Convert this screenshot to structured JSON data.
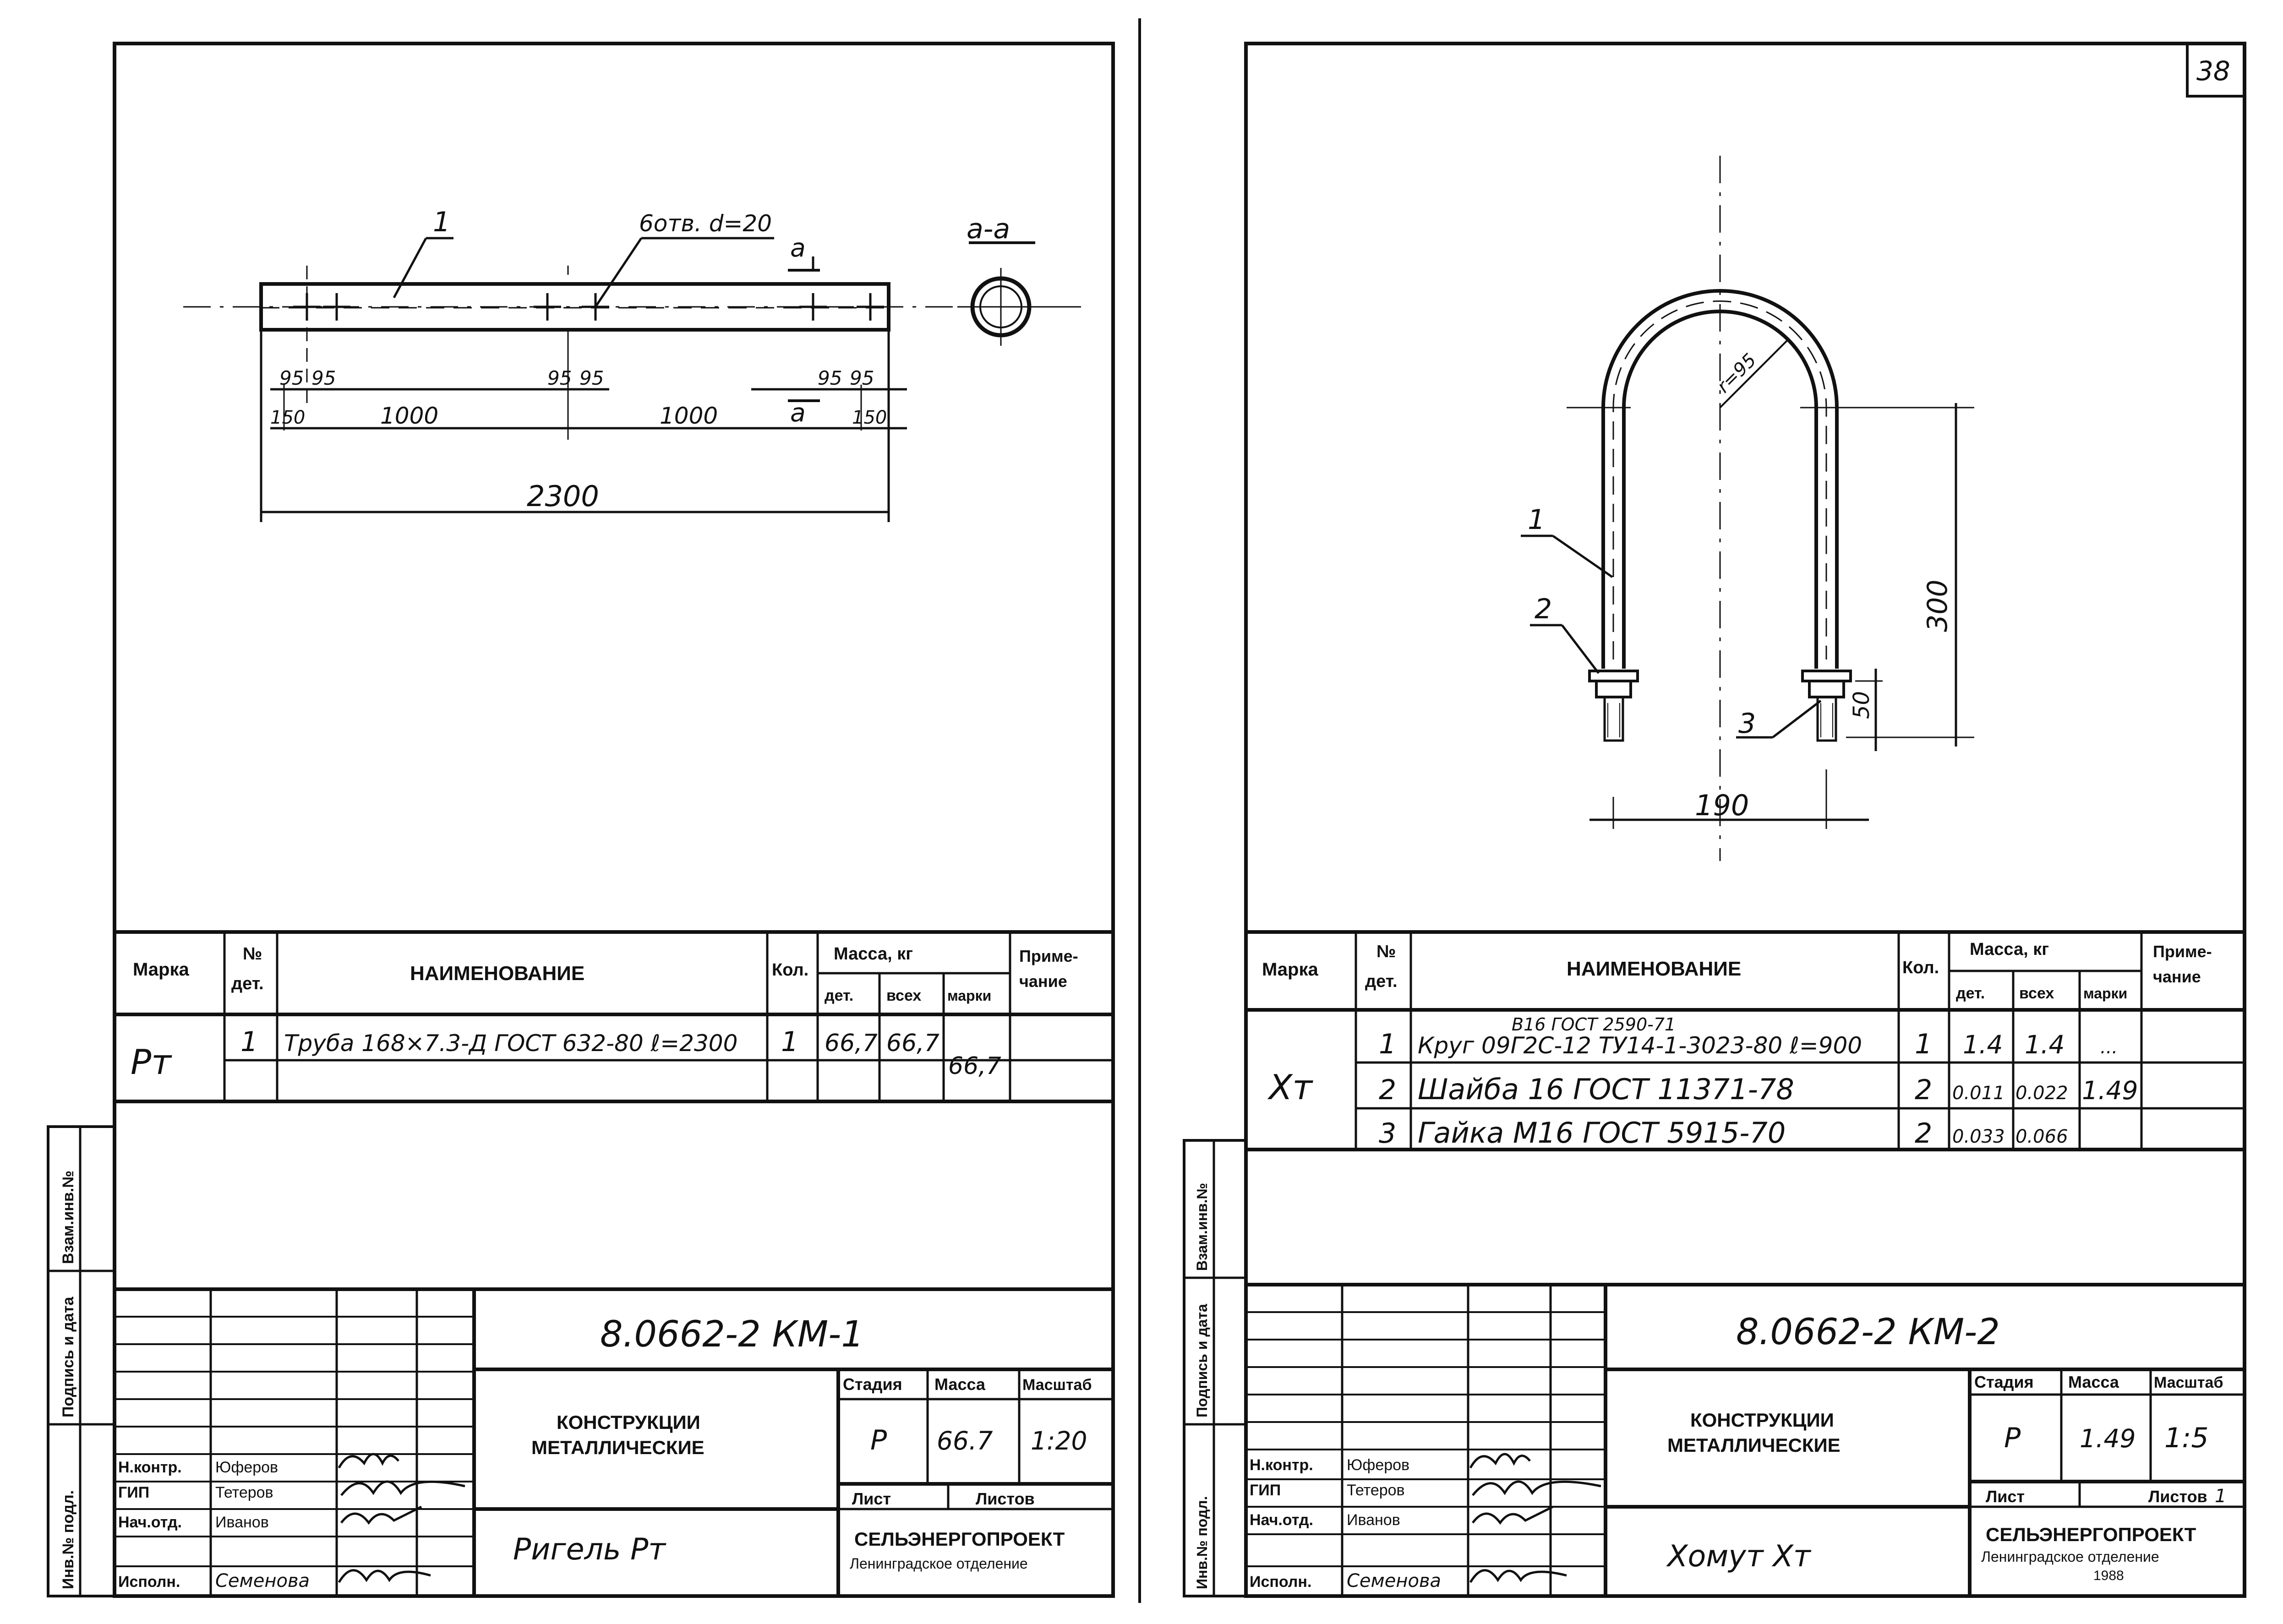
{
  "page_number": "38",
  "side_stamp": {
    "inv_vzam": "Взам.инв.№",
    "podpis_data": "Подпись и дата",
    "inv_podl": "Инв.№ подл."
  },
  "spec_headers": {
    "marka": "Марка",
    "no_det_1": "№",
    "no_det_2": "дет.",
    "naimenovanie": "НАИМЕНОВАНИЕ",
    "kol": "Кол.",
    "massa_kg": "Масса, кг",
    "det": "дет.",
    "vseh": "всех",
    "marki": "марки",
    "primech_1": "Приме-",
    "primech_2": "чание"
  },
  "sheet1": {
    "drawing": {
      "pos1": "1",
      "holes_note": "6отв. d=20",
      "section_mark": "a",
      "section_title": "a-a",
      "dim_95a": "95",
      "dim_95b": "95",
      "dim_150": "150",
      "dim_1000a": "1000",
      "dim_1000b": "1000",
      "dim_2300": "2300"
    },
    "spec": {
      "mark": "Рт",
      "rows": [
        {
          "no": "1",
          "name": "Труба 168×7.3-Д ГОСТ 632-80 ℓ=2300",
          "qty": "1",
          "m_det": "66,7",
          "m_all": "66,7"
        }
      ],
      "m_mark": "66,7"
    },
    "title_block": {
      "code": "8.0662-2 КМ-1",
      "title_1": "КОНСТРУКЦИИ",
      "title_2": "МЕТАЛЛИЧЕСКИЕ",
      "stage_h": "Стадия",
      "mass_h": "Масса",
      "scale_h": "Масштаб",
      "stage": "Р",
      "mass": "66.7",
      "scale": "1:20",
      "list_h": "Лист",
      "listov_h": "Листов",
      "listov": "",
      "org": "СЕЛЬЭНЕРГОПРОЕКТ",
      "org_sub": "Ленинградское отделение",
      "org_year": "",
      "item": "Ригель Рт",
      "roles": [
        {
          "role": "Н.контр.",
          "name": "Юферов"
        },
        {
          "role": "ГИП",
          "name": "Тетеров"
        },
        {
          "role": "Нач.отд.",
          "name": "Иванов"
        },
        {
          "role": "Исполн.",
          "name": "Семенова"
        }
      ]
    }
  },
  "sheet2": {
    "drawing": {
      "pos1": "1",
      "pos2": "2",
      "pos3": "3",
      "radius": "r=95",
      "dim_300": "300",
      "dim_50": "50",
      "dim_190": "190"
    },
    "spec": {
      "mark": "Хт",
      "row1_extra": "В16 ГОСТ 2590-71",
      "rows": [
        {
          "no": "1",
          "name": "Круг 09Г2С-12 ТУ14-1-3023-80 ℓ=900",
          "qty": "1",
          "m_det": "1.4",
          "m_all": "1.4"
        },
        {
          "no": "2",
          "name": "Шайба 16 ГОСТ 11371-78",
          "qty": "2",
          "m_det": "0.011",
          "m_all": "0.022"
        },
        {
          "no": "3",
          "name": "Гайка М16 ГОСТ 5915-70",
          "qty": "2",
          "m_det": "0.033",
          "m_all": "0.066"
        }
      ],
      "m_mark": "1.49",
      "m_mark_top": "..."
    },
    "title_block": {
      "code": "8.0662-2 КМ-2",
      "title_1": "КОНСТРУКЦИИ",
      "title_2": "МЕТАЛЛИЧЕСКИЕ",
      "stage_h": "Стадия",
      "mass_h": "Масса",
      "scale_h": "Масштаб",
      "stage": "Р",
      "mass": "1.49",
      "scale": "1:5",
      "list_h": "Лист",
      "listov_h": "Листов",
      "listov": "1",
      "org": "СЕЛЬЭНЕРГОПРОЕКТ",
      "org_sub": "Ленинградское отделение",
      "org_year": "1988",
      "item": "Хомут Хт",
      "roles": [
        {
          "role": "Н.контр.",
          "name": "Юферов"
        },
        {
          "role": "ГИП",
          "name": "Тетеров"
        },
        {
          "role": "Нач.отд.",
          "name": "Иванов"
        },
        {
          "role": "Исполн.",
          "name": "Семенова"
        }
      ]
    }
  }
}
